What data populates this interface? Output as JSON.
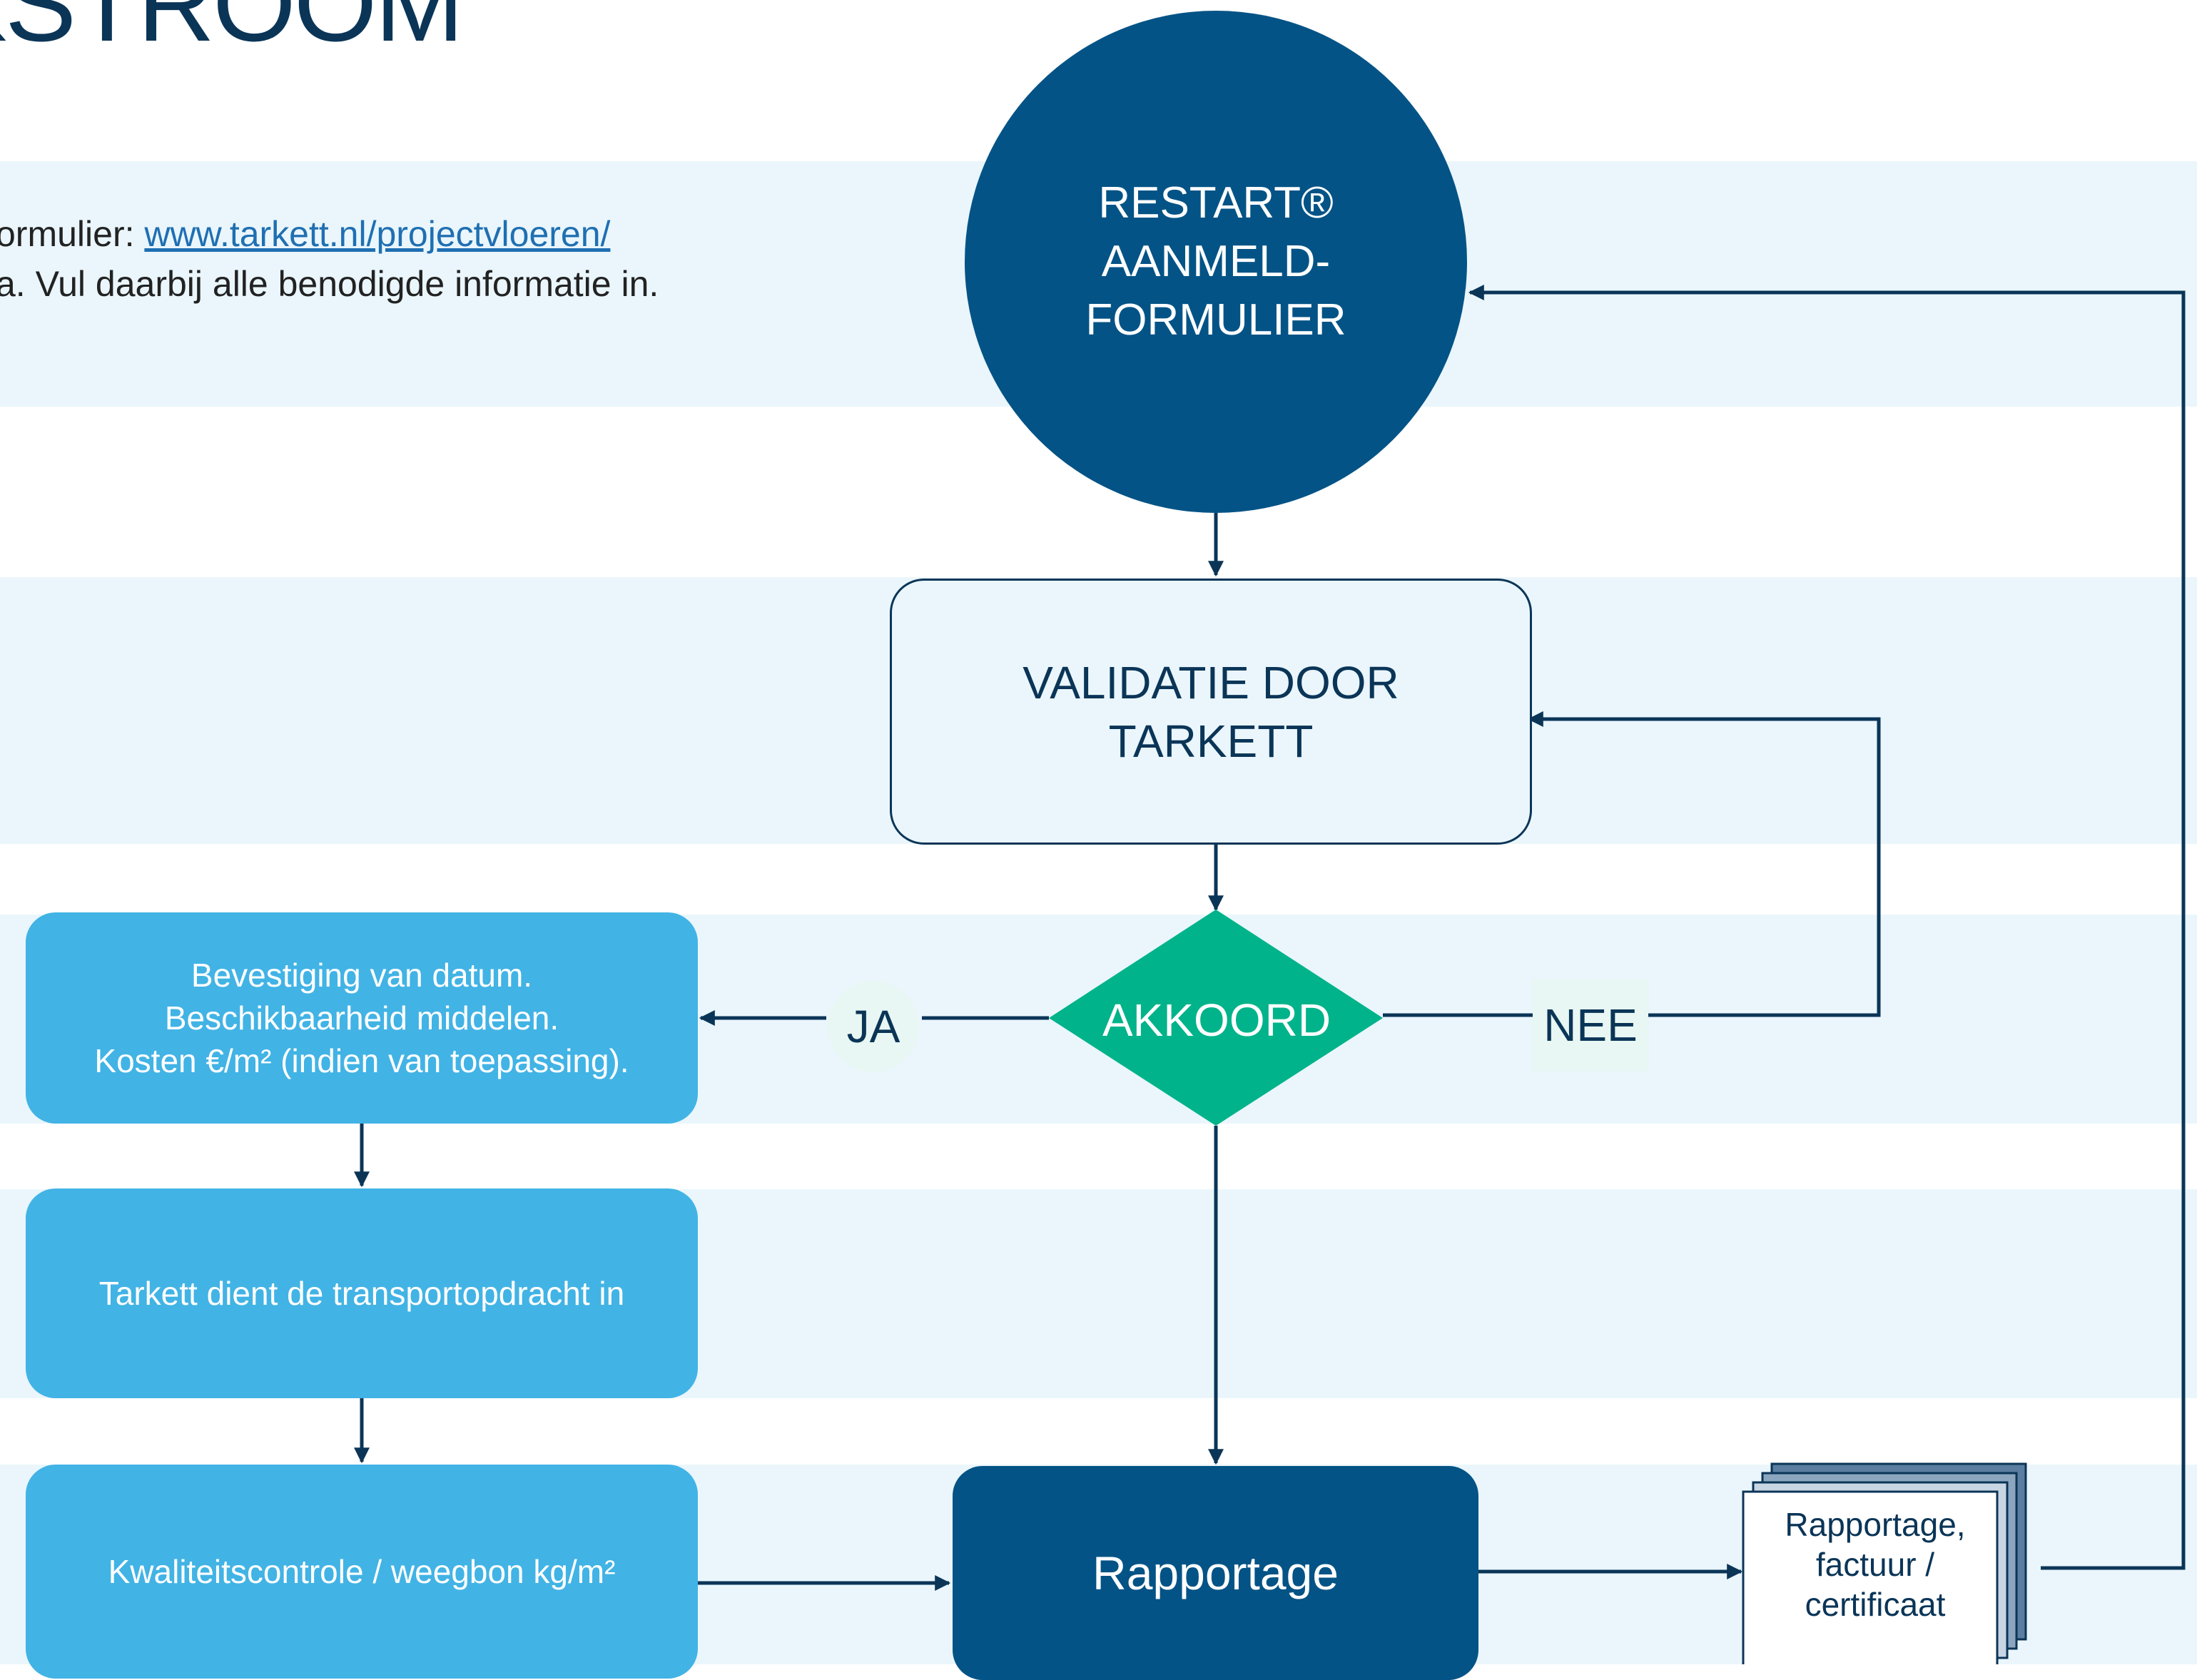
{
  "page": {
    "title": "KSTROOM",
    "intro_line1_prefix": "ormulier: ",
    "intro_link": "www.tarkett.nl/projectvloeren/",
    "intro_line2": "a. Vul daarbij alle benodigde informatie in."
  },
  "nodes": {
    "start": "RESTART®\nAANMELD-\nFORMULIER",
    "validation": "VALIDATIE DOOR\nTARKETT",
    "decision": "AKKOORD",
    "yes_label": "JA",
    "no_label": "NEE",
    "confirmation": "Bevestiging van datum.\nBeschikbaarheid middelen.\nKosten €/m² (indien van toepassing).",
    "transport": "Tarkett dient de transportopdracht in",
    "quality": "Kwaliteitscontrole / weegbon kg/m²",
    "report": "Rapportage",
    "documents": "Rapportage,\nfactuur /\ncertificaat"
  },
  "colors": {
    "dark_blue": "#045386",
    "navy": "#0b3557",
    "light_blue": "#42b3e5",
    "green": "#00b38a",
    "band": "#eaf6fc",
    "band_mint": "#eaf7f6"
  }
}
